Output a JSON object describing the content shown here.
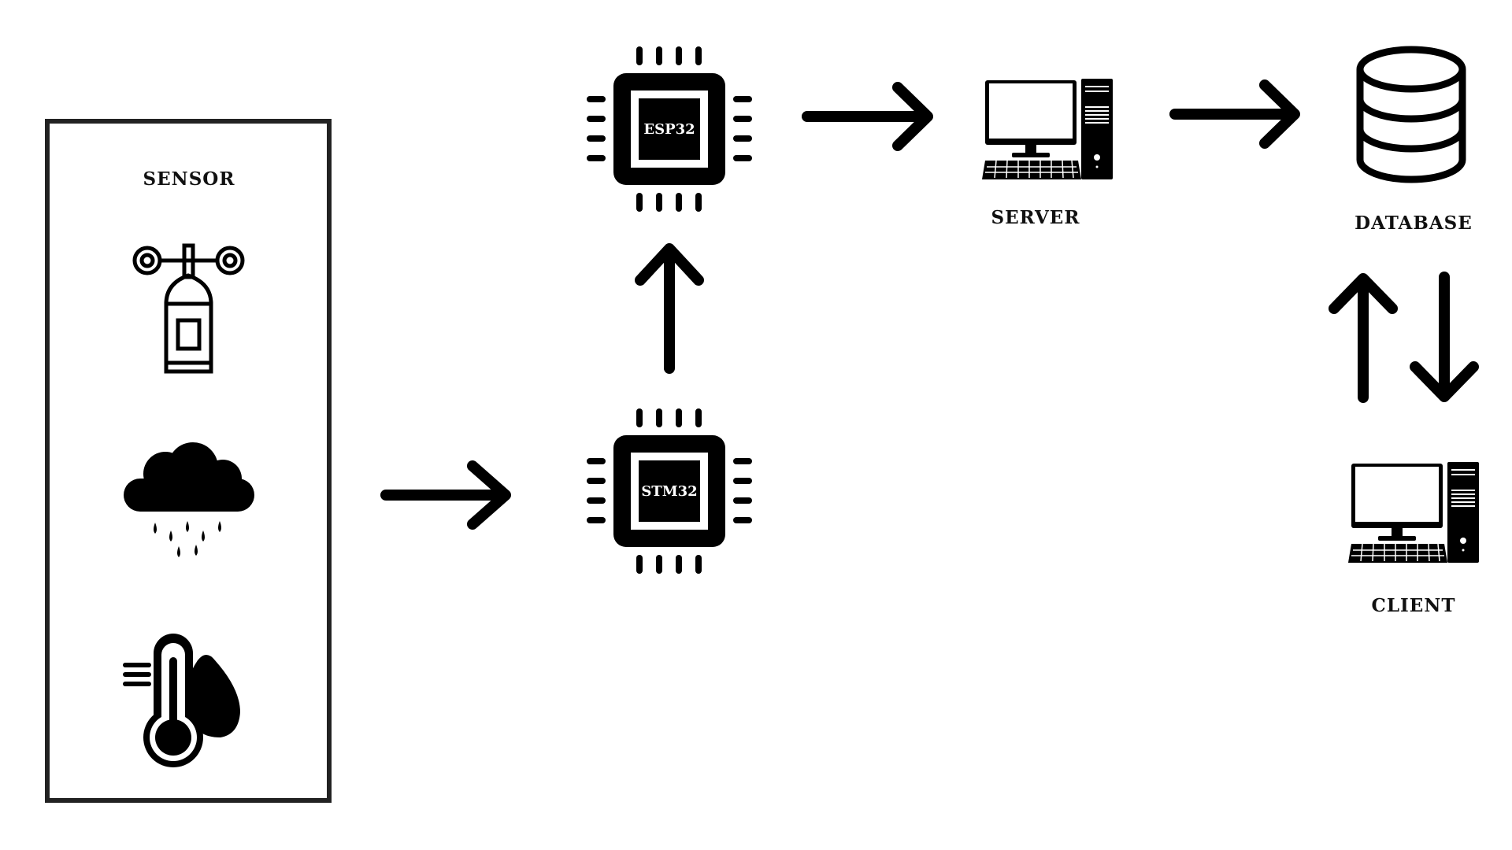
{
  "sensor_group": {
    "label": "SENSOR",
    "icons": [
      "anemometer-icon",
      "rain-cloud-icon",
      "thermometer-humidity-icon"
    ]
  },
  "stm32": {
    "label": "STM32",
    "icon": "microchip-icon"
  },
  "esp32": {
    "label": "ESP32",
    "icon": "microchip-icon"
  },
  "server": {
    "label": "SERVER",
    "icon": "desktop-computer-icon"
  },
  "database": {
    "label": "DATABASE",
    "icon": "database-icon"
  },
  "client": {
    "label": "CLIENT",
    "icon": "desktop-computer-icon"
  },
  "colors": {
    "ink": "#000000",
    "frame": "#222222",
    "background": "#ffffff"
  }
}
